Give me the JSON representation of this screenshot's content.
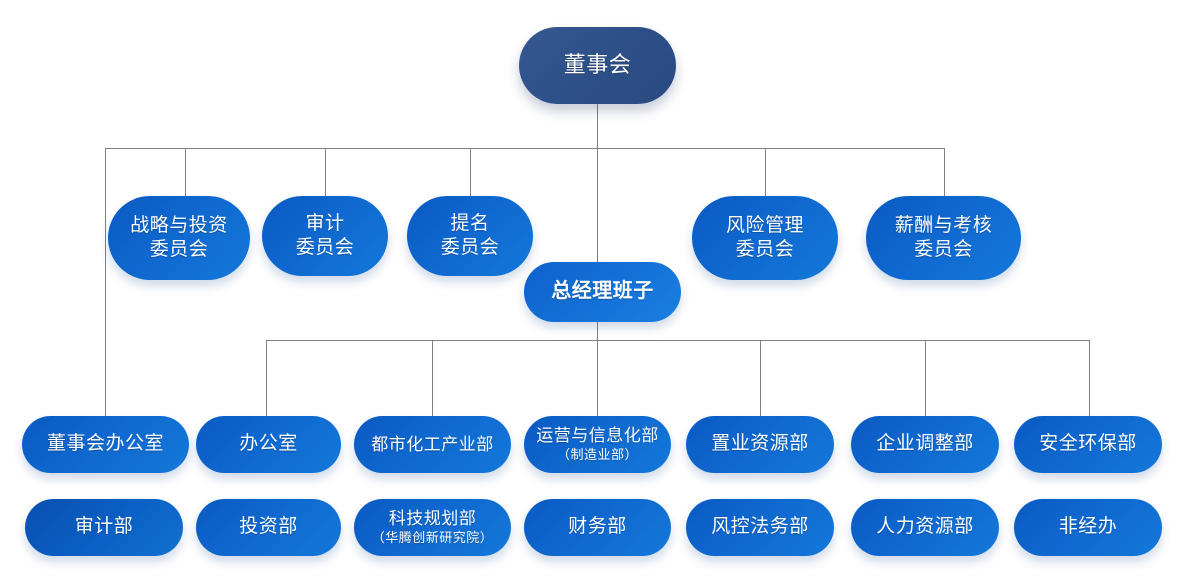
{
  "chart_title": "",
  "colors": {
    "board_node": "#2e5496",
    "dept_node": "#0f68cf",
    "dept_node_bright": "#1a80e2",
    "connector_line": "#7f7f7f",
    "node_text": "#ffffff",
    "background": "#ffffff"
  },
  "levels": {
    "board": {
      "label": "董事会"
    },
    "committees": [
      {
        "label": "战略与投资",
        "sub": "委员会"
      },
      {
        "label": "审计",
        "sub": "委员会"
      },
      {
        "label": "提名",
        "sub": "委员会"
      },
      {
        "label": "风险管理",
        "sub": "委员会"
      },
      {
        "label": "薪酬与考核",
        "sub": "委员会"
      }
    ],
    "general_manager": {
      "label": "总经理班子"
    },
    "departments_row1": [
      {
        "label": "董事会办公室",
        "sub": ""
      },
      {
        "label": "办公室",
        "sub": ""
      },
      {
        "label": "都市化工产业部",
        "sub": ""
      },
      {
        "label": "运营与信息化部",
        "sub": "（制造业部）"
      },
      {
        "label": "置业资源部",
        "sub": ""
      },
      {
        "label": "企业调整部",
        "sub": ""
      },
      {
        "label": "安全环保部",
        "sub": ""
      }
    ],
    "departments_row2": [
      {
        "label": "审计部",
        "sub": ""
      },
      {
        "label": "投资部",
        "sub": ""
      },
      {
        "label": "科技规划部",
        "sub": "（华腾创新研究院）"
      },
      {
        "label": "财务部",
        "sub": ""
      },
      {
        "label": "风控法务部",
        "sub": ""
      },
      {
        "label": "人力资源部",
        "sub": ""
      },
      {
        "label": "非经办",
        "sub": ""
      }
    ]
  }
}
